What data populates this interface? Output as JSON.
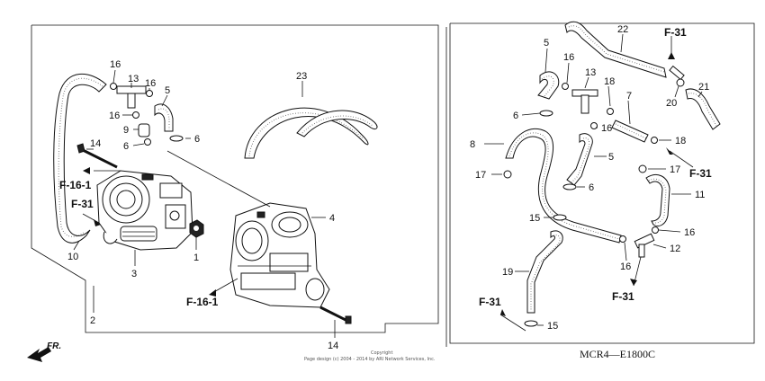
{
  "diagram": {
    "code": "MCR4—E1800C",
    "copyright_line1": "Copyright",
    "copyright_line2": "Page design (c) 2004 - 2014 by ARI Network Services, Inc.",
    "front_label": "FR."
  },
  "left_callouts": [
    {
      "label": "16"
    },
    {
      "label": "13"
    },
    {
      "label": "16"
    },
    {
      "label": "5"
    },
    {
      "label": "16"
    },
    {
      "label": "9"
    },
    {
      "label": "6"
    },
    {
      "label": "6"
    },
    {
      "label": "14"
    },
    {
      "label": "23"
    },
    {
      "label": "4"
    },
    {
      "label": "1"
    },
    {
      "label": "3"
    },
    {
      "label": "10"
    },
    {
      "label": "2"
    },
    {
      "label": "14"
    }
  ],
  "left_refs": [
    {
      "label": "F-16-1"
    },
    {
      "label": "F-31"
    },
    {
      "label": "F-16-1"
    }
  ],
  "right_callouts": [
    {
      "label": "5"
    },
    {
      "label": "16"
    },
    {
      "label": "13"
    },
    {
      "label": "18"
    },
    {
      "label": "7"
    },
    {
      "label": "22"
    },
    {
      "label": "20"
    },
    {
      "label": "21"
    },
    {
      "label": "6"
    },
    {
      "label": "16"
    },
    {
      "label": "18"
    },
    {
      "label": "8"
    },
    {
      "label": "5"
    },
    {
      "label": "17"
    },
    {
      "label": "17"
    },
    {
      "label": "6"
    },
    {
      "label": "11"
    },
    {
      "label": "15"
    },
    {
      "label": "16"
    },
    {
      "label": "12"
    },
    {
      "label": "16"
    },
    {
      "label": "19"
    },
    {
      "label": "15"
    }
  ],
  "right_refs": [
    {
      "label": "F-31"
    },
    {
      "label": "F-31"
    },
    {
      "label": "F-31"
    },
    {
      "label": "F-31"
    }
  ]
}
